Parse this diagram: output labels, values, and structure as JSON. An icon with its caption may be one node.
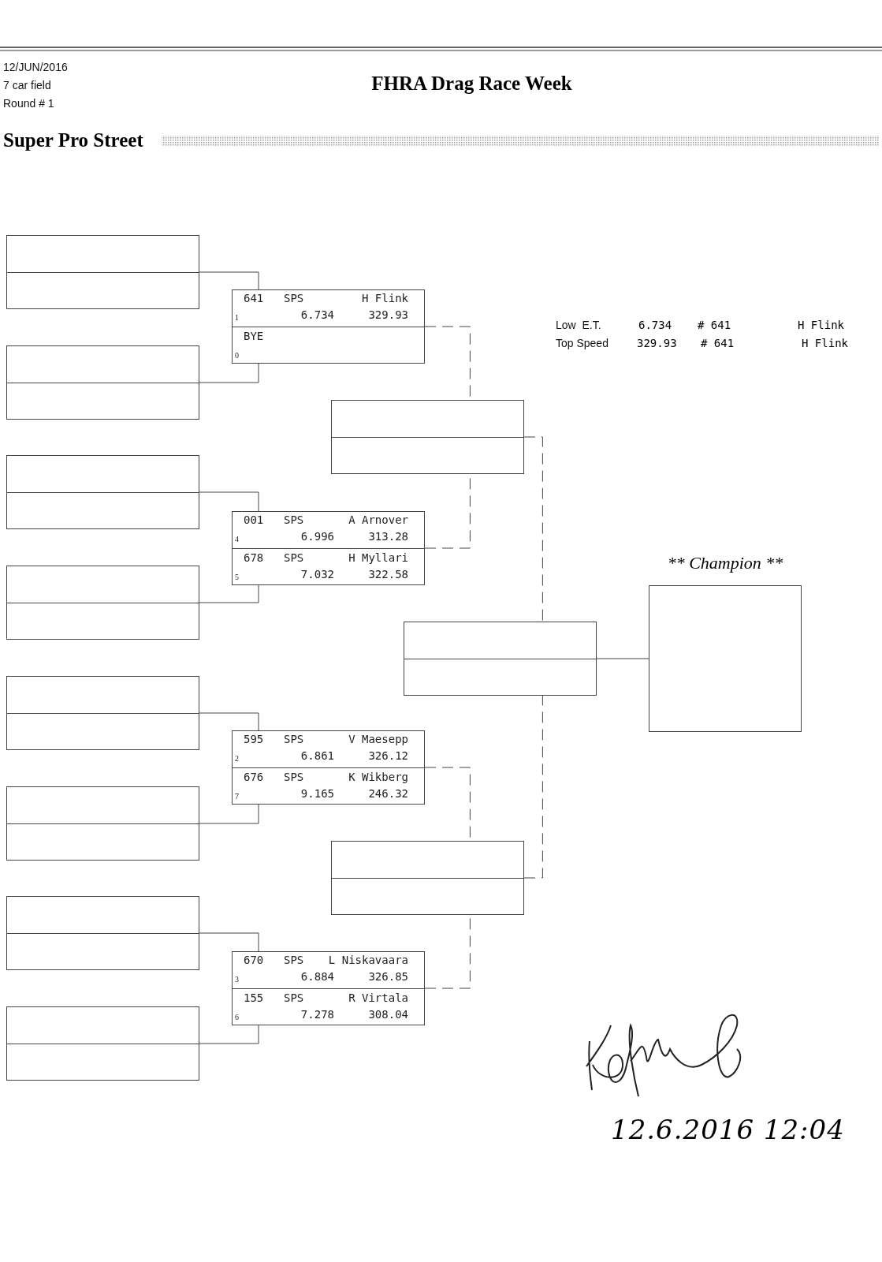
{
  "diagram": {
    "title": "FHRA Drag Race Week",
    "nodes": [
      {
        "text": [],
        "shape": "box"
      },
      {
        "text": [],
        "shape": "box"
      },
      {
        "text": [],
        "shape": "box"
      },
      {
        "text": [],
        "shape": "box"
      },
      {
        "text": [],
        "shape": "box"
      },
      {
        "text": [],
        "shape": "box"
      },
      {
        "text": [],
        "shape": "box"
      },
      {
        "text": [],
        "shape": "box"
      },
      {
        "text": [],
        "shape": "box"
      },
      {
        "text": [
          "641",
          "SPS",
          "H Flink",
          "1",
          "6.734",
          "329.93"
        ],
        "in": 8
      },
      {
        "text": [
          "BYE",
          "0"
        ],
        "in": 8
      },
      {
        "text": [],
        "shape": "box"
      },
      {
        "text": [
          "001",
          "SPS",
          "A Arnover",
          "4",
          "6.996",
          "313.28"
        ],
        "in": 11
      },
      {
        "text": [
          "678",
          "SPS",
          "H Myllari",
          "5",
          "7.032",
          "322.58"
        ],
        "in": 11
      },
      {
        "text": [],
        "shape": "box"
      },
      {
        "text": [
          "595",
          "SPS",
          "V Maesepp",
          "2",
          "6.861",
          "326.12"
        ],
        "in": 14
      },
      {
        "text": [
          "676",
          "SPS",
          "K Wikberg",
          "7",
          "9.165",
          "246.32"
        ],
        "in": 14
      },
      {
        "text": [],
        "shape": "box"
      },
      {
        "text": [
          "670",
          "SPS",
          "L Niskavaara",
          "3",
          "6.884",
          "326.85"
        ],
        "in": 17
      },
      {
        "text": [
          "155",
          "SPS",
          "R Virtala",
          "6",
          "7.278",
          "308.04"
        ],
        "in": 17
      },
      {
        "text": [],
        "shape": "box"
      },
      {
        "text": [],
        "shape": "box"
      },
      {
        "text": [],
        "shape": "box"
      },
      {
        "text": [
          "** Champion **"
        ]
      }
    ],
    "edges": [
      {
        "from": 0,
        "to": 8,
        "arrow": "none"
      },
      {
        "from": 1,
        "to": 8,
        "arrow": "none"
      },
      {
        "from": 2,
        "to": 11,
        "arrow": "none"
      },
      {
        "from": 3,
        "to": 11,
        "arrow": "none"
      },
      {
        "from": 4,
        "to": 14,
        "arrow": "none"
      },
      {
        "from": 5,
        "to": 14,
        "arrow": "none"
      },
      {
        "from": 6,
        "to": 17,
        "arrow": "none"
      },
      {
        "from": 7,
        "to": 17,
        "arrow": "none"
      },
      {
        "from": 8,
        "to": 20,
        "arrow": "none",
        "style": "dashed"
      },
      {
        "from": 11,
        "to": 20,
        "arrow": "none",
        "style": "dashed"
      },
      {
        "from": 14,
        "to": 21,
        "arrow": "none",
        "style": "dashed"
      },
      {
        "from": 17,
        "to": 21,
        "arrow": "none",
        "style": "dashed"
      },
      {
        "from": 20,
        "to": 22,
        "arrow": "none",
        "style": "dashed"
      },
      {
        "from": 21,
        "to": 22,
        "arrow": "none",
        "style": "dashed"
      },
      {
        "from": 22,
        "to": 23,
        "arrow": "none"
      }
    ],
    "labels": [
      "12/JUN/2016",
      "7 car field",
      "Round # 1",
      "Super Pro Street",
      "Low  E.T.",
      "6.734",
      "# 641",
      "H Flink",
      "Top Speed",
      "329.93",
      "# 641",
      "H Flink",
      "12.6.2016 12:04"
    ]
  }
}
